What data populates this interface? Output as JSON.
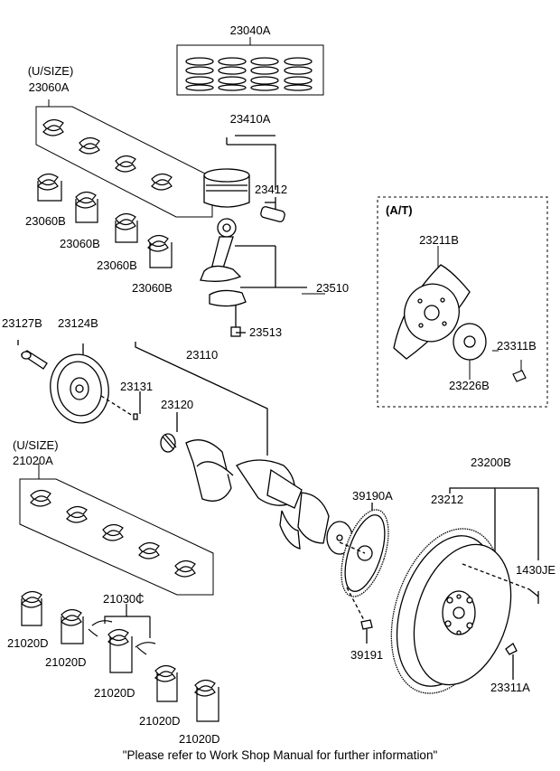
{
  "labels": {
    "p23040A": "23040A",
    "usize_top": "(U/SIZE)",
    "p23060A": "23060A",
    "p23410A": "23410A",
    "p23412": "23412",
    "p23060B_1": "23060B",
    "p23060B_2": "23060B",
    "p23060B_3": "23060B",
    "p23060B_4": "23060B",
    "at": "(A/T)",
    "p23211B": "23211B",
    "p23510": "23510",
    "p23513": "23513",
    "p23311B": "23311B",
    "p23226B": "23226B",
    "p23127B": "23127B",
    "p23124B": "23124B",
    "p23110": "23110",
    "p23131": "23131",
    "p23120": "23120",
    "usize_mid": "(U/SIZE)",
    "p21020A": "21020A",
    "p23200B": "23200B",
    "p39190A": "39190A",
    "p23212": "23212",
    "p1430JE": "1430JE",
    "p21030C": "21030C",
    "p21020D_1": "21020D",
    "p21020D_2": "21020D",
    "p21020D_3": "21020D",
    "p21020D_4": "21020D",
    "p21020D_5": "21020D",
    "p39191": "39191",
    "p23311A": "23311A"
  },
  "footnote": "\"Please refer to Work Shop Manual for further information\""
}
